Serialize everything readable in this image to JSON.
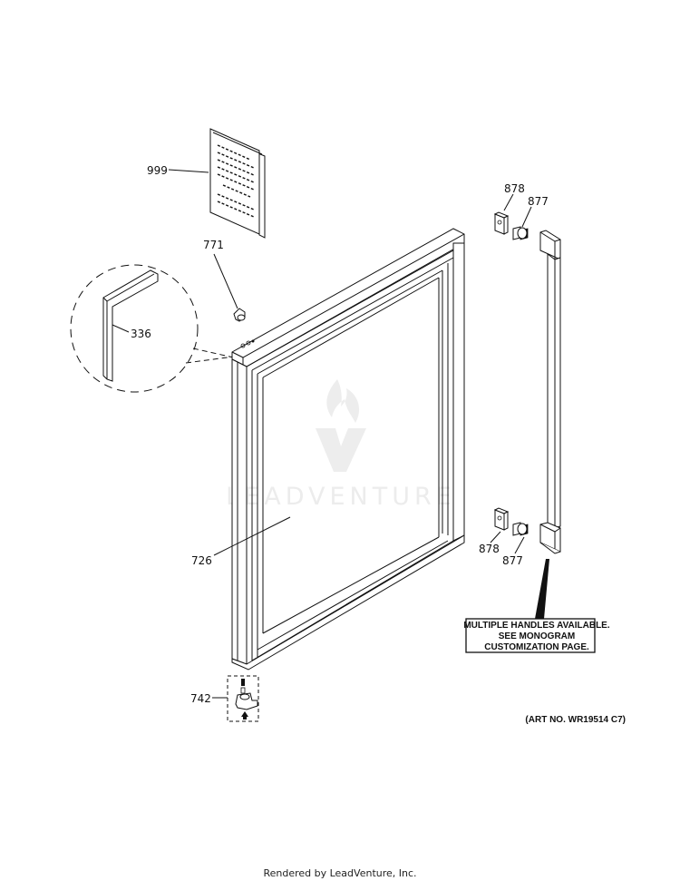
{
  "callouts": {
    "c999": "999",
    "c771": "771",
    "c336": "336",
    "c726": "726",
    "c742": "742",
    "c878_top": "878",
    "c877_top": "877",
    "c878_bottom": "878",
    "c877_bottom": "877"
  },
  "note": {
    "line1": "MULTIPLE HANDLES AVAILABLE.",
    "line2": "SEE MONOGRAM",
    "line3": "CUSTOMIZATION PAGE."
  },
  "art_number": "(ART NO. WR19514 C7)",
  "watermark": "LEADVENTURE",
  "footer": "Rendered by LeadVenture, Inc."
}
